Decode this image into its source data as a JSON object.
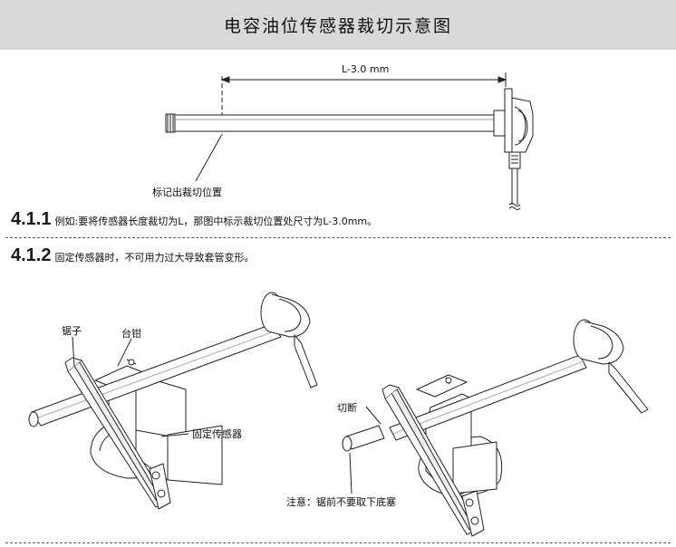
{
  "title": "电容油位传感器裁切示意图",
  "diagram1": {
    "dimension_label": "L-3.0 mm",
    "mark_label": "标记出裁切位置"
  },
  "section1": {
    "number": "4.1.1",
    "text": "例如:要将传感器长度裁切为L，那图中标示裁切位置处尺寸为L-3.0mm。"
  },
  "section2": {
    "number": "4.1.2",
    "text": "固定传感器时，不可用力过大导致套管变形。"
  },
  "diagram2": {
    "saw_label": "锯子",
    "vise_label": "台钳",
    "fix_label": "固定传感器",
    "cut_label": "切断",
    "note_label": "注意：锯前不要取下底塞"
  }
}
